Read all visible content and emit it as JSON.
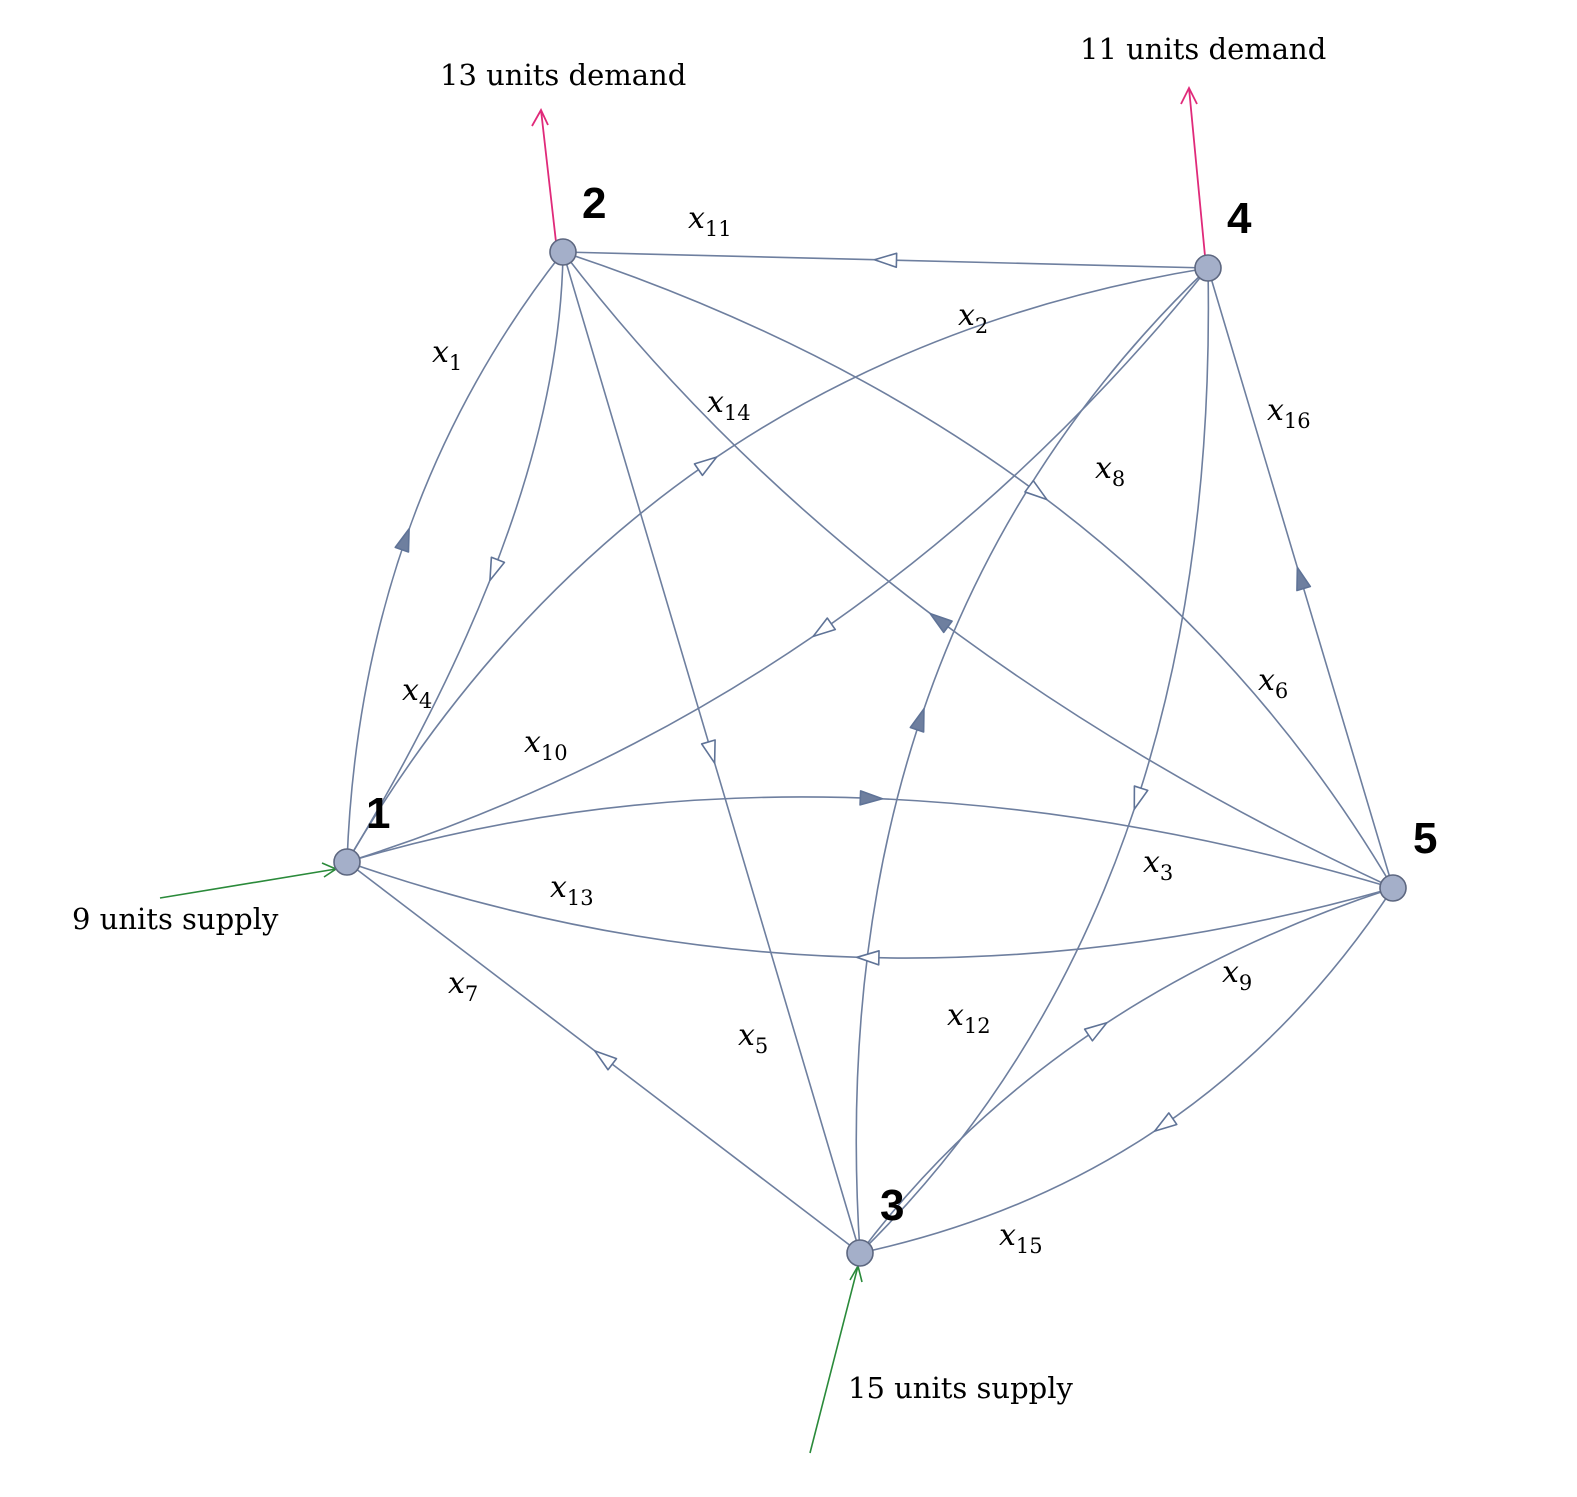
{
  "nodes": [
    {
      "id": "1",
      "label": "1"
    },
    {
      "id": "2",
      "label": "2"
    },
    {
      "id": "3",
      "label": "3"
    },
    {
      "id": "4",
      "label": "4"
    },
    {
      "id": "5",
      "label": "5"
    }
  ],
  "edges": [
    {
      "id": "x1",
      "base": "x",
      "sub": "1",
      "from": "1",
      "to": "2"
    },
    {
      "id": "x2",
      "base": "x",
      "sub": "2",
      "from": "1",
      "to": "4"
    },
    {
      "id": "x3",
      "base": "x",
      "sub": "3",
      "from": "1",
      "to": "5"
    },
    {
      "id": "x4",
      "base": "x",
      "sub": "4",
      "from": "2",
      "to": "1"
    },
    {
      "id": "x5",
      "base": "x",
      "sub": "5",
      "from": "2",
      "to": "3"
    },
    {
      "id": "x6",
      "base": "x",
      "sub": "6",
      "from": "2",
      "to": "5"
    },
    {
      "id": "x7",
      "base": "x",
      "sub": "7",
      "from": "3",
      "to": "1"
    },
    {
      "id": "x8",
      "base": "x",
      "sub": "8",
      "from": "3",
      "to": "4"
    },
    {
      "id": "x9",
      "base": "x",
      "sub": "9",
      "from": "3",
      "to": "5"
    },
    {
      "id": "x10",
      "base": "x",
      "sub": "10",
      "from": "4",
      "to": "1"
    },
    {
      "id": "x11",
      "base": "x",
      "sub": "11",
      "from": "4",
      "to": "2"
    },
    {
      "id": "x12",
      "base": "x",
      "sub": "12",
      "from": "4",
      "to": "3"
    },
    {
      "id": "x13",
      "base": "x",
      "sub": "13",
      "from": "5",
      "to": "1"
    },
    {
      "id": "x14",
      "base": "x",
      "sub": "14",
      "from": "5",
      "to": "2"
    },
    {
      "id": "x15",
      "base": "x",
      "sub": "15",
      "from": "5",
      "to": "3"
    },
    {
      "id": "x16",
      "base": "x",
      "sub": "16",
      "from": "5",
      "to": "4"
    }
  ],
  "annotations": {
    "demand_node2": "13 units demand",
    "demand_node4": "11 units demand",
    "supply_node1": "9 units supply",
    "supply_node3": "15 units supply"
  },
  "colors": {
    "edge": "#6e7f9f",
    "node_fill": "#a4afc9",
    "demand_arrow": "#e02a7a",
    "supply_arrow": "#2a8a3a"
  }
}
